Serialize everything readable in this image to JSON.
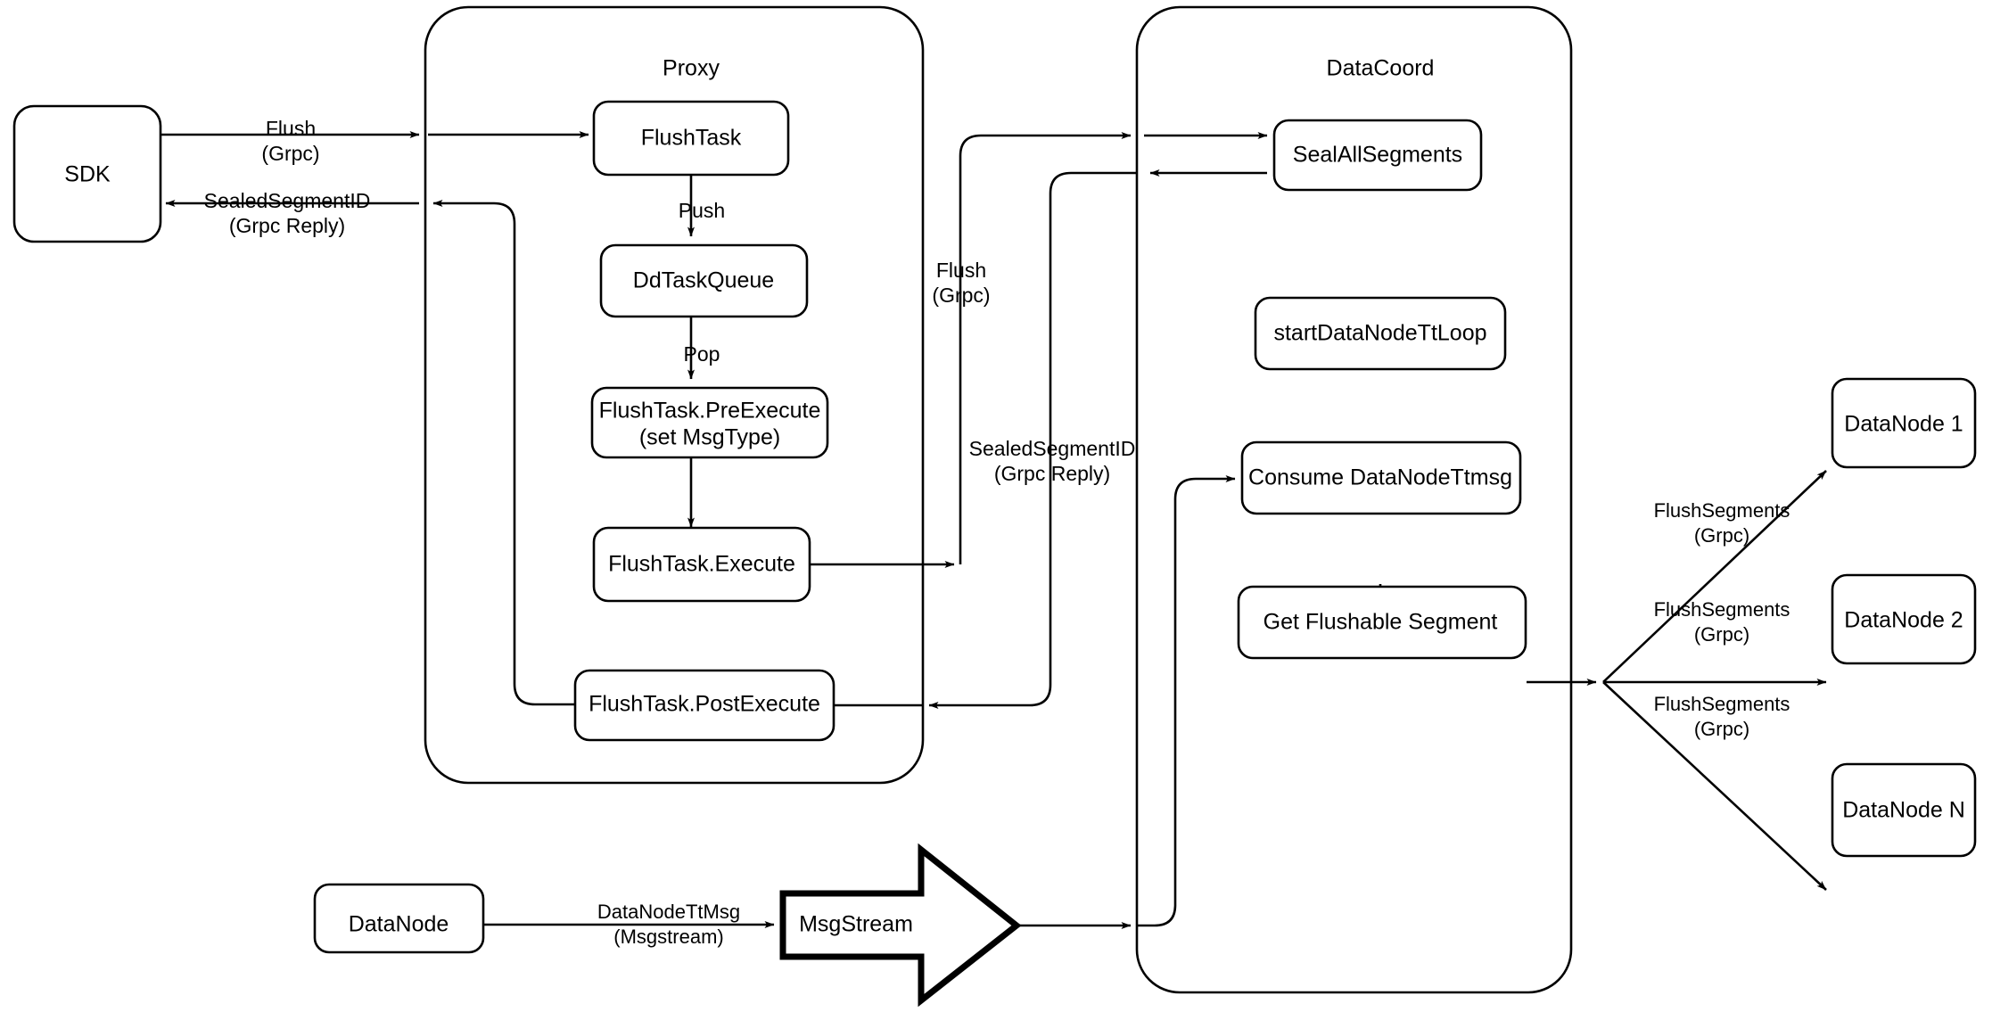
{
  "diagram": {
    "title": "Milvus Flush Sequence",
    "background_color": "#ffffff",
    "stroke_color": "#000000",
    "fill_color": "#ffffff"
  },
  "groups": {
    "proxy": {
      "label": "Proxy"
    },
    "datacoord": {
      "label": "DataCoord"
    }
  },
  "nodes": {
    "sdk": {
      "label": "SDK"
    },
    "flush_task": {
      "label": "FlushTask"
    },
    "dd_task_queue": {
      "label": "DdTaskQueue"
    },
    "pre_execute_line1": {
      "label": "FlushTask.PreExecute"
    },
    "pre_execute_line2": {
      "label": "(set MsgType)"
    },
    "execute": {
      "label": "FlushTask.Execute"
    },
    "post_execute": {
      "label": "FlushTask.PostExecute"
    },
    "seal_all_segments": {
      "label": "SealAllSegments"
    },
    "start_datanode_ttloop": {
      "label": "startDataNodeTtLoop"
    },
    "consume_datanode_ttmsg": {
      "label": "Consume DataNodeTtmsg"
    },
    "get_flushable_segment": {
      "label": "Get Flushable Segment"
    },
    "datanode_1": {
      "label": "DataNode 1"
    },
    "datanode_2": {
      "label": "DataNode 2"
    },
    "datanode_n": {
      "label": "DataNode N"
    },
    "datanode_producer": {
      "label": "DataNode"
    },
    "msgstream": {
      "label": "MsgStream"
    }
  },
  "edge_labels": {
    "sdk_flush_l1": "Flush",
    "sdk_flush_l2": "(Grpc)",
    "sdk_reply_l1": "SealedSegmentID",
    "sdk_reply_l2": "(Grpc Reply)",
    "proxy_flush_l1": "Flush",
    "proxy_flush_l2": "(Grpc)",
    "proxy_reply_l1": "SealedSegmentID",
    "proxy_reply_l2": "(Grpc Reply)",
    "push": "Push",
    "pop": "Pop",
    "ttmsg_l1": "DataNodeTtMsg",
    "ttmsg_l2": "(Msgstream)",
    "flush_seg1_l1": "FlushSegments",
    "flush_seg1_l2": "(Grpc)",
    "flush_seg2_l1": "FlushSegments",
    "flush_seg2_l2": "(Grpc)",
    "flush_seg3_l1": "FlushSegments",
    "flush_seg3_l2": "(Grpc)"
  }
}
